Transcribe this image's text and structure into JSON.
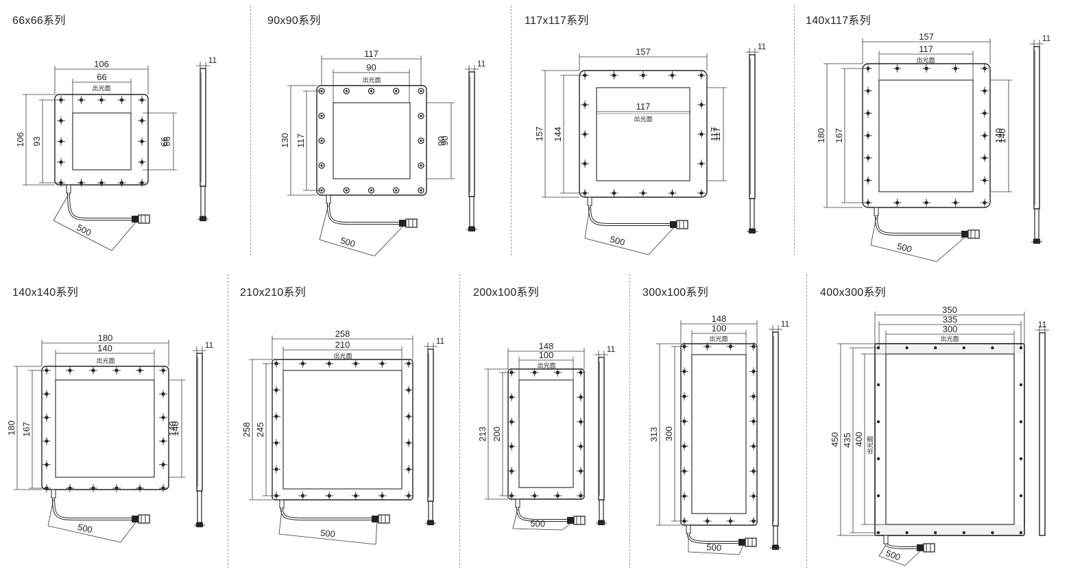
{
  "series_titles": [
    "66x66系列",
    "90x90系列",
    "117x117系列",
    "140x117系列",
    "140x140系列",
    "210x210系列",
    "200x100系列",
    "300x100系列",
    "400x300系列"
  ],
  "emitting_face_label": "出光面",
  "cable_length": "500",
  "thickness": "11",
  "drawings": [
    {
      "outer_w": "106",
      "inner_w": "66",
      "outer_h": "106",
      "hole_h": "93",
      "inner_h": "66"
    },
    {
      "outer_w": "117",
      "inner_w": "90",
      "outer_h": "130",
      "hole_h": "117",
      "inner_h": "90"
    },
    {
      "outer_w": "157",
      "inner_w": "117",
      "outer_h": "157",
      "hole_h": "144",
      "inner_h": "117"
    },
    {
      "outer_w": "157",
      "inner_w": "117",
      "outer_h": "180",
      "hole_h": "167",
      "inner_h": "140"
    },
    {
      "outer_w": "180",
      "inner_w": "140",
      "outer_h": "180",
      "hole_h": "167",
      "inner_h": "140"
    },
    {
      "outer_w": "258",
      "inner_w": "210",
      "outer_h": "258",
      "hole_h": "245"
    },
    {
      "outer_w": "148",
      "inner_w": "100",
      "outer_h": "213",
      "hole_h": "200"
    },
    {
      "outer_w": "148",
      "inner_w": "100",
      "outer_h": "313",
      "hole_h": "300"
    },
    {
      "outer_w": "350",
      "mid_w": "335",
      "inner_w": "300",
      "outer_h": "450",
      "mid_h": "435",
      "inner_h": "400"
    }
  ]
}
